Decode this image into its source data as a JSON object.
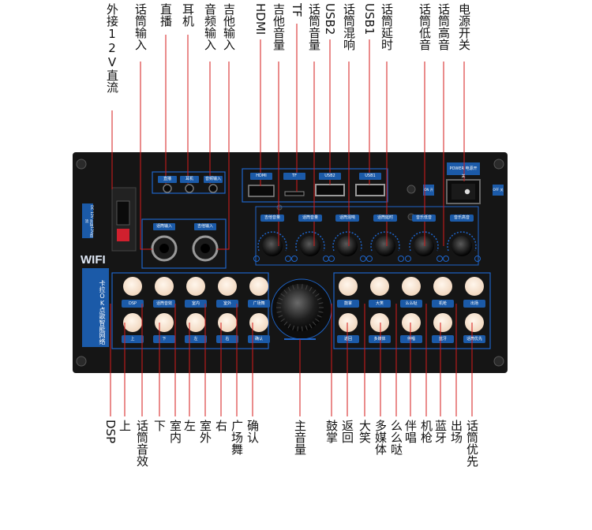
{
  "top_labels": [
    {
      "id": "ext12v",
      "text": "外接12V直流"
    },
    {
      "id": "mic-in",
      "text": "话筒输入"
    },
    {
      "id": "live",
      "text": "直播"
    },
    {
      "id": "earphone",
      "text": "耳机"
    },
    {
      "id": "audio-in",
      "text": "音频输入"
    },
    {
      "id": "guitar-in",
      "text": "吉他输入"
    },
    {
      "id": "hdmi",
      "text": "HDMI"
    },
    {
      "id": "guitar-vol",
      "text": "吉他音量"
    },
    {
      "id": "tf",
      "text": "TF"
    },
    {
      "id": "mic-vol",
      "text": "话筒音量"
    },
    {
      "id": "usb2",
      "text": "USB2"
    },
    {
      "id": "mic-reverb",
      "text": "话筒混响"
    },
    {
      "id": "usb1",
      "text": "USB1"
    },
    {
      "id": "mic-delay",
      "text": "话筒延时"
    },
    {
      "id": "mic-bass",
      "text": "话筒低音"
    },
    {
      "id": "mic-treble",
      "text": "话筒高音"
    },
    {
      "id": "power",
      "text": "电源开关"
    }
  ],
  "bottom_labels": [
    {
      "id": "dsp",
      "text": "DSP"
    },
    {
      "id": "up",
      "text": "上"
    },
    {
      "id": "mic-effect",
      "text": "话筒音效"
    },
    {
      "id": "down",
      "text": "下"
    },
    {
      "id": "indoor",
      "text": "室内"
    },
    {
      "id": "left",
      "text": "左"
    },
    {
      "id": "outdoor",
      "text": "室外"
    },
    {
      "id": "right",
      "text": "右"
    },
    {
      "id": "square-dance",
      "text": "广场舞"
    },
    {
      "id": "confirm",
      "text": "确认"
    },
    {
      "id": "master-vol",
      "text": "主音量"
    },
    {
      "id": "applause",
      "text": "鼓掌"
    },
    {
      "id": "back",
      "text": "返回"
    },
    {
      "id": "laugh",
      "text": "大笑"
    },
    {
      "id": "multimedia",
      "text": "多媒体"
    },
    {
      "id": "memeda",
      "text": "么么哒"
    },
    {
      "id": "accompany",
      "text": "伴唱"
    },
    {
      "id": "gun",
      "text": "机枪"
    },
    {
      "id": "bluetooth",
      "text": "蓝牙"
    },
    {
      "id": "appear",
      "text": "出场"
    },
    {
      "id": "mic-priority",
      "text": "话筒优先"
    }
  ],
  "panel": {
    "wifi": "WIFI",
    "brand": "卡拉OK点歌智能网络",
    "jack_tags": [
      "直播",
      "耳机",
      "音频输入"
    ],
    "mic_tag": "话筒输入",
    "guitar_tag": "吉他输入",
    "hdmi_tag": "HDMI",
    "tf_tag": "TF",
    "usb2_tag": "USB2",
    "usb1_tag": "USB1",
    "power_tag": "POWER 电源开关",
    "on_tag": "ON 开",
    "off_tag": "OFF 关",
    "dc_tag": "DC 12V 外接12V直流",
    "knob_tags": [
      "吉他音量",
      "话筒音量",
      "话筒混响",
      "话筒延时",
      "音乐低音",
      "音乐高音"
    ],
    "left_top_tags": [
      "DSP",
      "话筒音效",
      "室内",
      "室外",
      "广场舞"
    ],
    "left_bot_tags": [
      "上",
      "下",
      "左",
      "右",
      "确认"
    ],
    "right_top_tags": [
      "鼓掌",
      "大笑",
      "么么哒",
      "机枪",
      "出场"
    ],
    "right_bot_tags": [
      "返回",
      "多媒体",
      "伴唱",
      "蓝牙",
      "话筒优先"
    ]
  }
}
